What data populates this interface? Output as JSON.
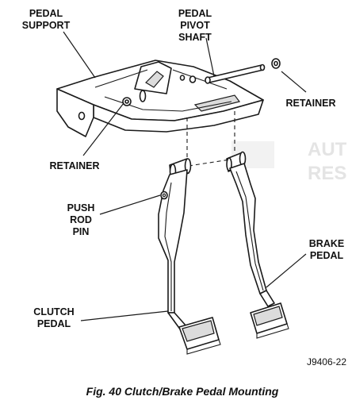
{
  "labels": {
    "pedal_support": [
      "PEDAL",
      "SUPPORT"
    ],
    "pedal_pivot_shaft": [
      "PEDAL",
      "PIVOT",
      "SHAFT"
    ],
    "retainer_right": "RETAINER",
    "retainer_left": "RETAINER",
    "push_rod_pin": [
      "PUSH",
      "ROD",
      "PIN"
    ],
    "brake_pedal": [
      "BRAKE",
      "PEDAL"
    ],
    "clutch_pedal": [
      "CLUTCH",
      "PEDAL"
    ]
  },
  "watermark": [
    "AUT",
    "RES"
  ],
  "figure_code": "J9406-22",
  "caption": "Fig. 40 Clutch/Brake Pedal Mounting",
  "colors": {
    "ink": "#111111",
    "watermark": "#e4e4e4"
  }
}
